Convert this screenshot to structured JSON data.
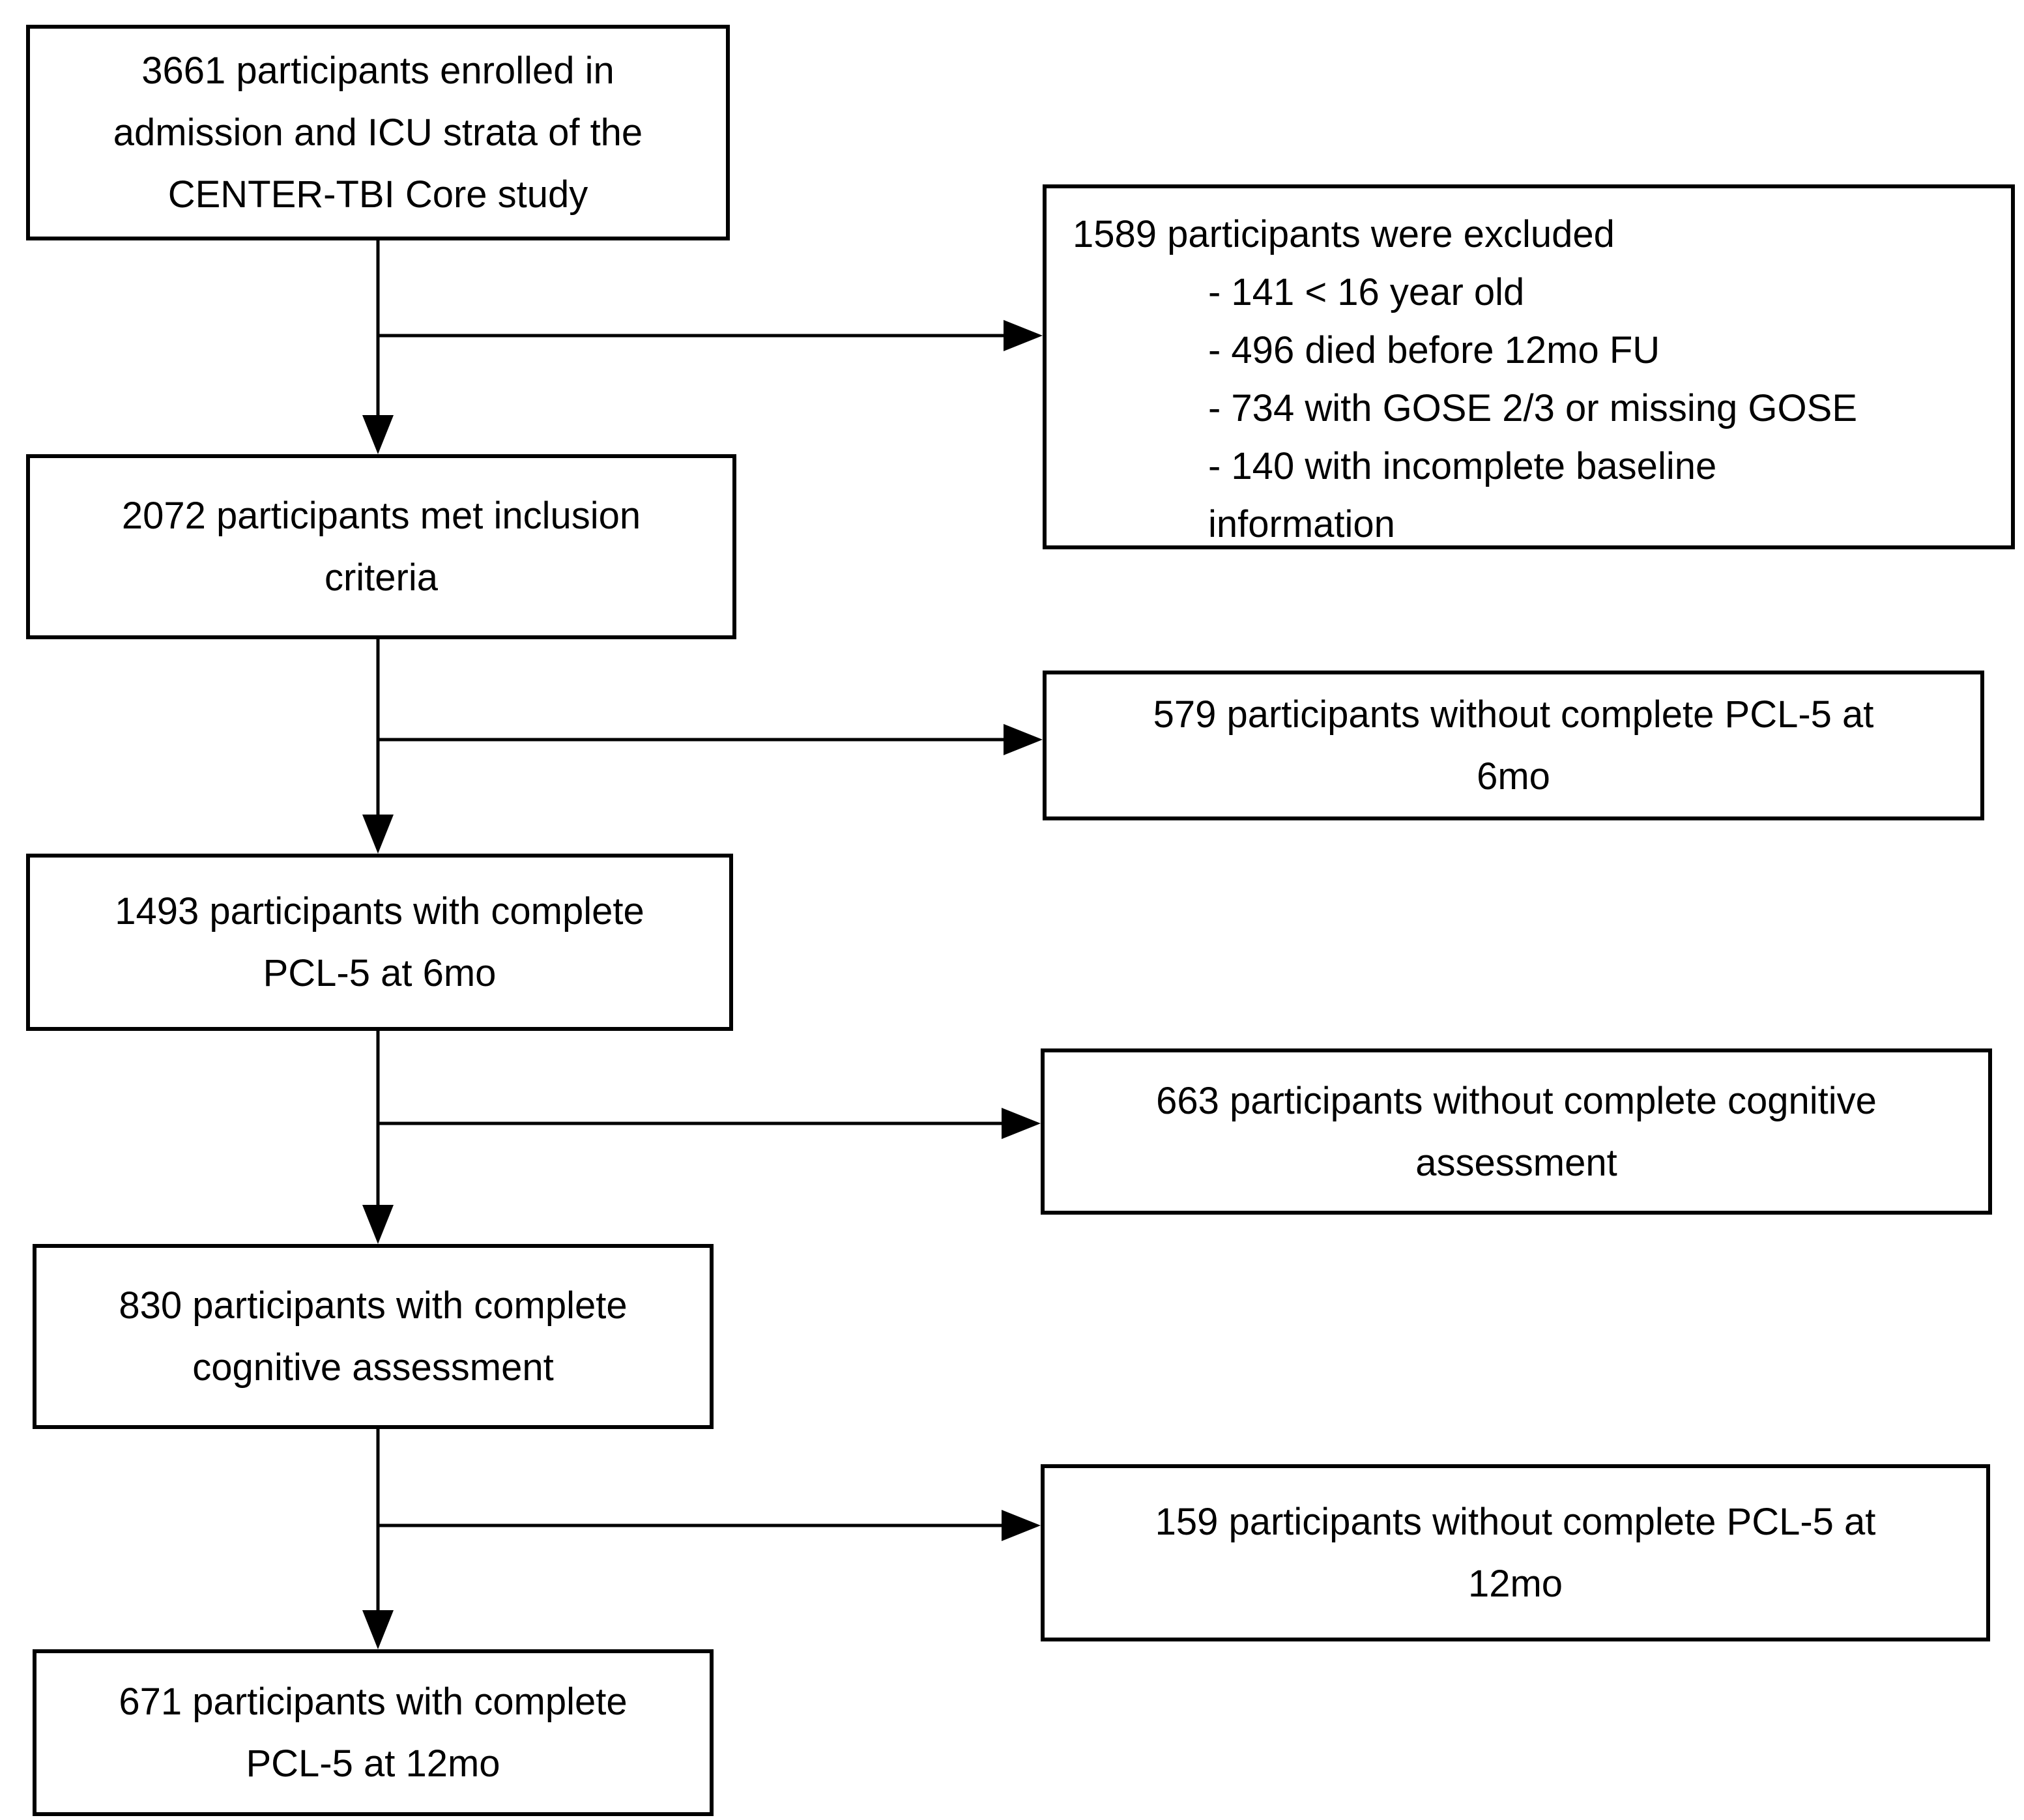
{
  "figure": {
    "background_color": "#ffffff",
    "line_color": "#000000",
    "boxes": {
      "enrolled": {
        "lines": [
          "3661 participants enrolled in",
          "admission and ICU strata of the",
          "CENTER-TBI Core study"
        ]
      },
      "excluded": {
        "title": "1589 participants were excluded",
        "items": [
          "- 141 < 16 year old",
          "- 496 died before 12mo FU",
          "- 734 with GOSE 2/3 or missing GOSE",
          "- 140 with incomplete baseline"
        ],
        "continuation": "information"
      },
      "inclusion": {
        "lines": [
          "2072 participants met inclusion",
          "criteria"
        ]
      },
      "no_pcl5_6mo": {
        "lines": [
          "579 participants without complete PCL-5 at",
          "6mo"
        ]
      },
      "pcl5_6mo": {
        "lines": [
          "1493 participants with complete",
          "PCL-5 at 6mo"
        ]
      },
      "no_cognitive": {
        "lines": [
          "663 participants without complete cognitive",
          "assessment"
        ]
      },
      "cognitive": {
        "lines": [
          "830 participants with complete",
          "cognitive assessment"
        ]
      },
      "no_pcl5_12mo": {
        "lines": [
          "159 participants without complete PCL-5 at",
          "12mo"
        ]
      },
      "pcl5_12mo": {
        "lines": [
          "671 participants with complete",
          "PCL-5 at 12mo"
        ]
      }
    }
  }
}
